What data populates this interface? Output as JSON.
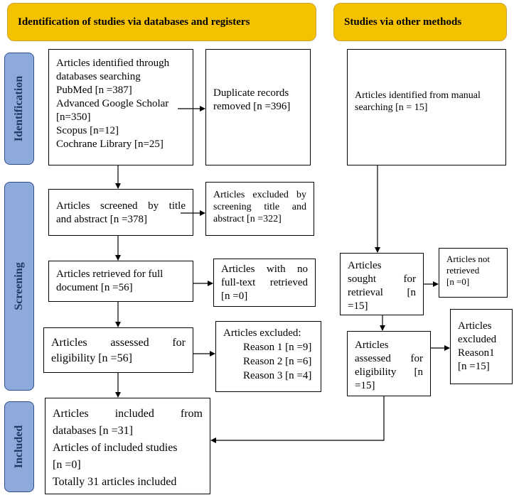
{
  "headers": {
    "databases": "Identification of studies via databases and registers",
    "other": "Studies via other methods"
  },
  "phases": {
    "identification": "Identification",
    "screening": "Screening",
    "included": "Included"
  },
  "boxes": {
    "identified": [
      "Articles identified through",
      "databases searching",
      "PubMed [n =387]",
      "Advanced Google Scholar",
      "[n=350]",
      "Scopus [n=12]",
      "Cochrane Library [n=25]"
    ],
    "duplicates": [
      "Duplicate records",
      "removed [n =396]"
    ],
    "manual": [
      "Articles identified from manual",
      "searching [n = 15]"
    ],
    "screened": [
      "Articles screened by title",
      "and abstract [n =378]"
    ],
    "excluded_screening": [
      "Articles excluded by",
      "screening title and",
      "abstract [n =322]"
    ],
    "retrieved": [
      "Articles retrieved for full",
      "document [n =56]"
    ],
    "no_fulltext": [
      "Articles with no",
      "full-text retrieved",
      "[n =0]"
    ],
    "sought": [
      "Articles",
      "sought for",
      "retrieval [n",
      "=15]"
    ],
    "not_retrieved": [
      "Articles not",
      "retrieved",
      "[n =0]"
    ],
    "assessed": [
      "Articles assessed for",
      "eligibility [n =56]"
    ],
    "excluded_eligibility": [
      "Articles excluded:",
      "Reason 1 [n =9]",
      "Reason 2 [n =6]",
      "Reason 3 [n =4]"
    ],
    "assessed_other": [
      "Articles",
      "assessed for",
      "eligibility [n",
      "=15]"
    ],
    "excluded_other": [
      "Articles",
      "excluded",
      "Reason1",
      "[n =15]"
    ],
    "included": [
      "Articles included from",
      "databases [n =31]",
      "Articles of included studies",
      "[n =0]",
      "Totally 31 articles included"
    ]
  },
  "colors": {
    "header_fill": "#f5c200",
    "phase_fill": "#8eaadb",
    "phase_text": "#1f3864"
  }
}
